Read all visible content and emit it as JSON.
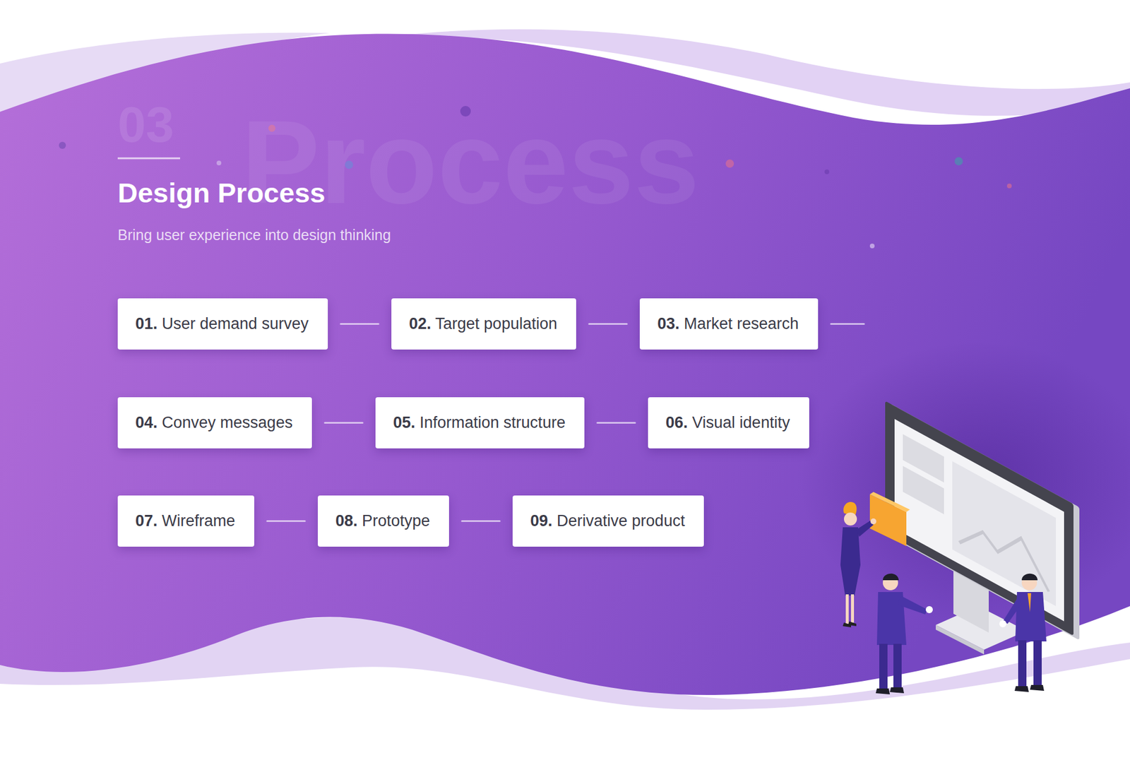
{
  "diagram": {
    "title": "Design Process",
    "caption": "Bring user experience into design thinking",
    "nodes": [
      {
        "text": [
          "01. User demand survey"
        ]
      },
      {
        "text": [
          "02. Target population"
        ]
      },
      {
        "text": [
          "03. Market research"
        ]
      },
      {
        "text": [
          "04. Convey messages"
        ]
      },
      {
        "text": [
          "05. Information structure"
        ]
      },
      {
        "text": [
          "06. Visual identity"
        ]
      },
      {
        "text": [
          "07. Wireframe"
        ]
      },
      {
        "text": [
          "08. Prototype"
        ]
      },
      {
        "text": [
          "09. Derivative product"
        ]
      }
    ],
    "edges": [
      {
        "from": 0,
        "to": 1,
        "arrow": "none"
      },
      {
        "from": 1,
        "to": 2,
        "arrow": "none"
      },
      {
        "from": 3,
        "to": 4,
        "arrow": "none"
      },
      {
        "from": 4,
        "to": 5,
        "arrow": "none"
      },
      {
        "from": 6,
        "to": 7,
        "arrow": "none"
      },
      {
        "from": 7,
        "to": 8,
        "arrow": "none"
      }
    ],
    "labels": [
      "03",
      "Process"
    ]
  }
}
